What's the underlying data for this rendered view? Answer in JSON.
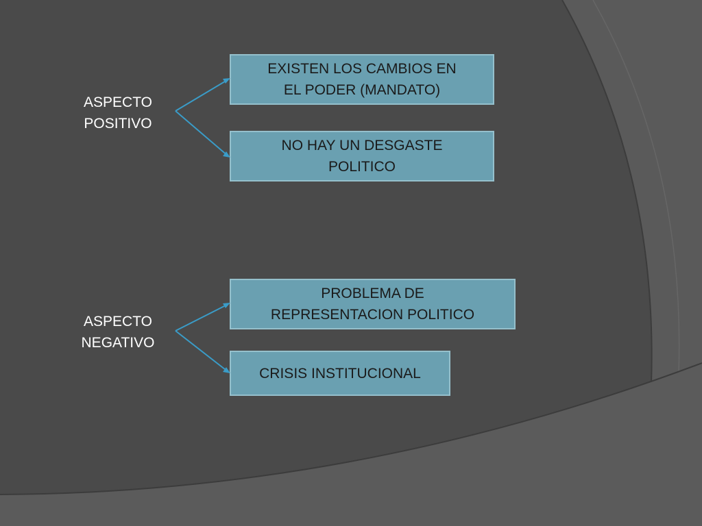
{
  "theme": {
    "background": "#4a4a4a",
    "lower_band": "#5b5b5b",
    "right_band": "#636363",
    "box_fill": "#6aa0b1",
    "box_border": "#95c0cc",
    "connector_color": "#3a9cc8",
    "text_light": "#ffffff",
    "text_dark": "#1a1a1a"
  },
  "groups": [
    {
      "label": "ASPECTO\nPOSITIVO",
      "items": [
        "EXISTEN LOS CAMBIOS EN\nEL PODER (MANDATO)",
        "NO HAY UN DESGASTE\nPOLITICO"
      ]
    },
    {
      "label": "ASPECTO\nNEGATIVO",
      "items": [
        "PROBLEMA DE\nREPRESENTACION POLITICO",
        "CRISIS INSTITUCIONAL"
      ]
    }
  ]
}
